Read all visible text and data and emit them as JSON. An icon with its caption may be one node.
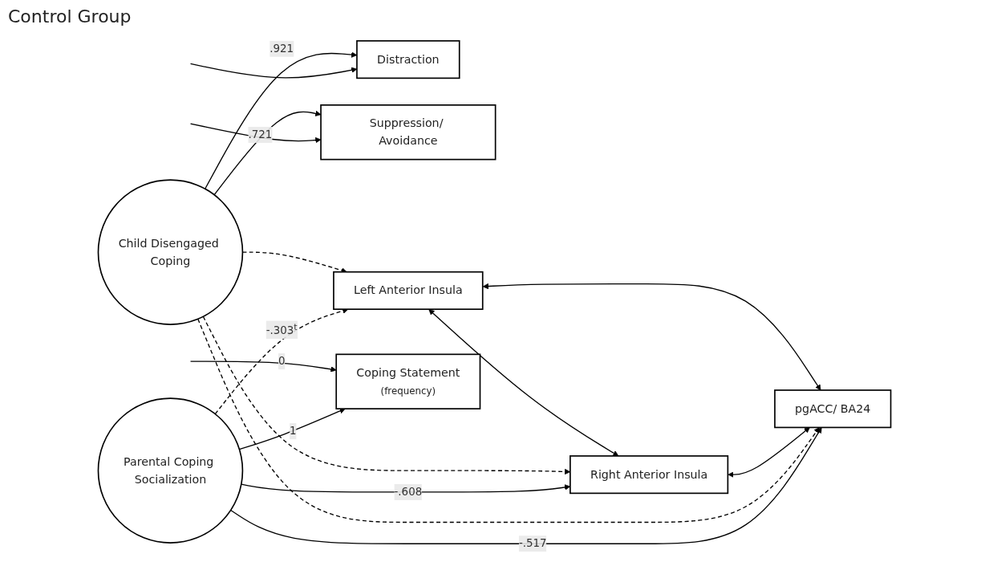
{
  "diagram": {
    "title": "Control Group",
    "nodes": [
      {
        "text": [
          "Distraction"
        ]
      },
      {
        "text": [
          "Suppression/ Avoidance"
        ]
      },
      {
        "text": [
          "Left Anterior Insula"
        ]
      },
      {
        "text": [
          "Parental Coping Socialization"
        ]
      },
      {
        "text": [
          "Right Anterior Insula"
        ]
      },
      {
        "text": [
          "Child Disengaged Coping"
        ]
      },
      {
        "text": [
          "pgACC/ BA24"
        ]
      },
      {
        "text": [
          "Coping Statement",
          "(frequency)"
        ]
      }
    ],
    "edges": [
      {
        "from": null,
        "to": 0,
        "arrow": "to"
      },
      {
        "from": null,
        "to": 1,
        "arrow": "to"
      },
      {
        "from": 5,
        "to": 0,
        "arrow": "to",
        "label": ".921"
      },
      {
        "from": 5,
        "to": 1,
        "arrow": "to",
        "label": ".721"
      },
      {
        "from": 3,
        "to": 2,
        "arrow": "to",
        "label": "-.303$^{t}$",
        "style": "dashed"
      },
      {
        "from": 3,
        "to": 4,
        "arrow": "to",
        "label": "-.608"
      },
      {
        "from": 3,
        "to": 6,
        "arrow": "to",
        "label": "-.517"
      },
      {
        "from": 5,
        "to": 2,
        "arrow": "to",
        "style": "dashed"
      },
      {
        "from": 5,
        "to": 4,
        "arrow": "to",
        "style": "dashed"
      },
      {
        "from": 5,
        "to": 6,
        "arrow": "to",
        "style": "dashed"
      },
      {
        "from": 2,
        "to": 4,
        "arrow": "both"
      },
      {
        "from": 4,
        "to": 6,
        "arrow": "both"
      },
      {
        "from": 2,
        "to": 6,
        "arrow": "both"
      },
      {
        "from": 3,
        "to": 7,
        "arrow": "to",
        "label": "1"
      },
      {
        "from": null,
        "to": 7,
        "arrow": "to",
        "label": "0"
      }
    ]
  }
}
